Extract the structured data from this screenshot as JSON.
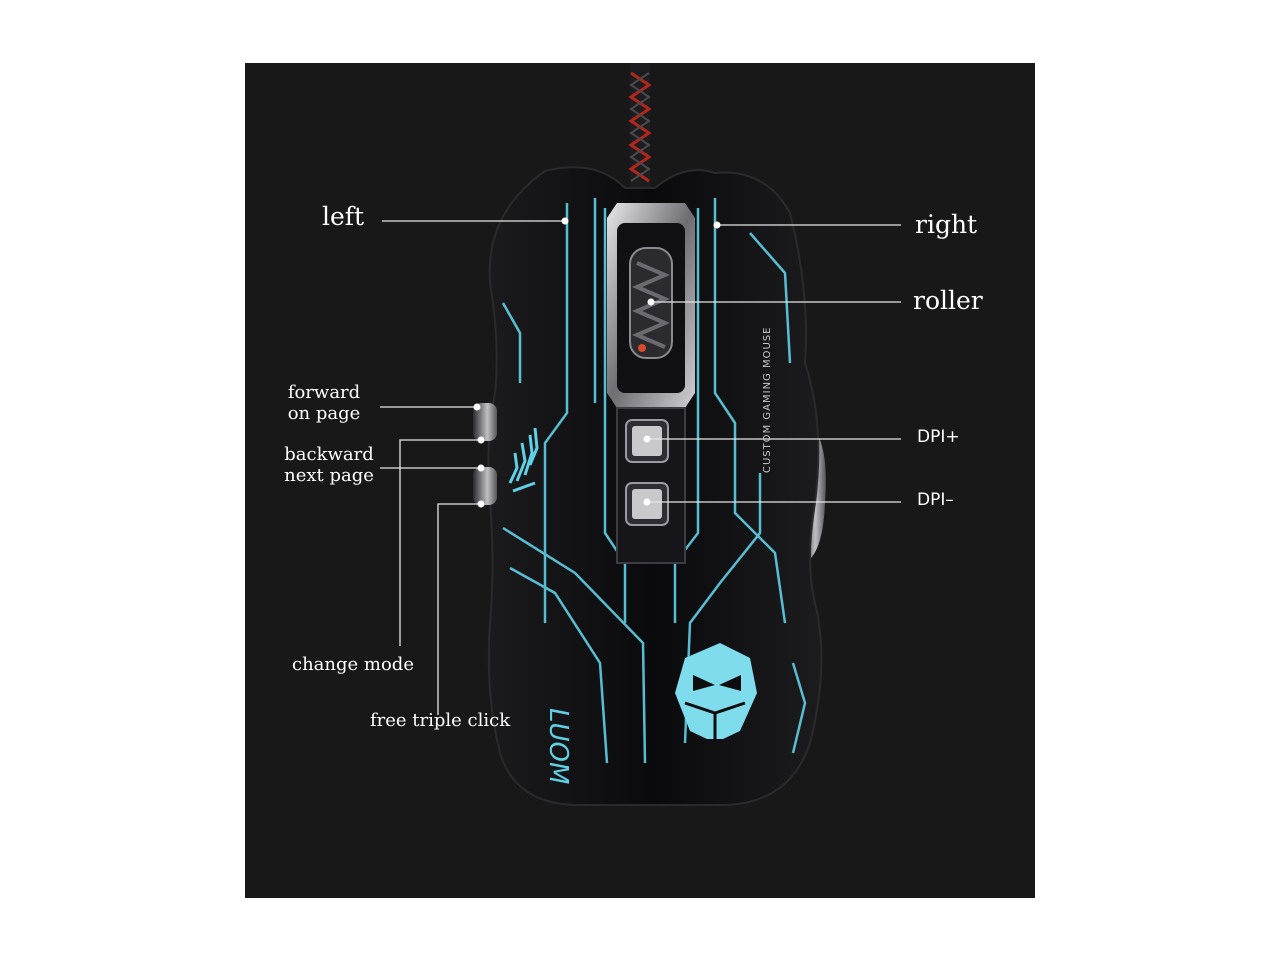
{
  "labels": {
    "left": "left",
    "right": "right",
    "roller": "roller",
    "forward_line1": "forward",
    "forward_line2": "on page",
    "backward_line1": "backward",
    "backward_line2": "next page",
    "dpi_plus": "DPI+",
    "dpi_minus": "DPI–",
    "change_mode": "change mode",
    "free_triple_click": "free triple click"
  },
  "mouse_print": {
    "side_text": "CUSTOM GAMING MOUSE",
    "brand": "LUOM"
  },
  "colors": {
    "background": "#181818",
    "mouse_body": "#0c0c0e",
    "glow": "#5fd0e6",
    "leader_line": "#e6e6e6"
  }
}
